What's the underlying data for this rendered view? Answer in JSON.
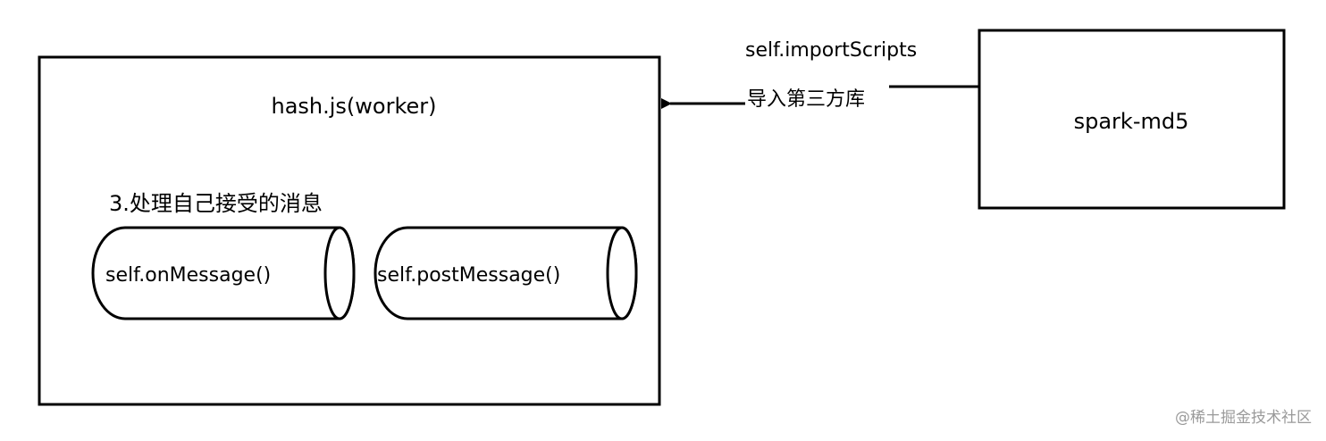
{
  "worker_box": {
    "title": "hash.js(worker)",
    "section_label": "3.处理自己接受的消息",
    "cylinders": [
      {
        "label": "self.onMessage()"
      },
      {
        "label": "self.postMessage()"
      }
    ]
  },
  "library_box": {
    "title": "spark-md5"
  },
  "connector": {
    "label_top": "self.importScripts",
    "label_bottom": "导入第三方库"
  },
  "watermark": "@稀土掘金技术社区"
}
